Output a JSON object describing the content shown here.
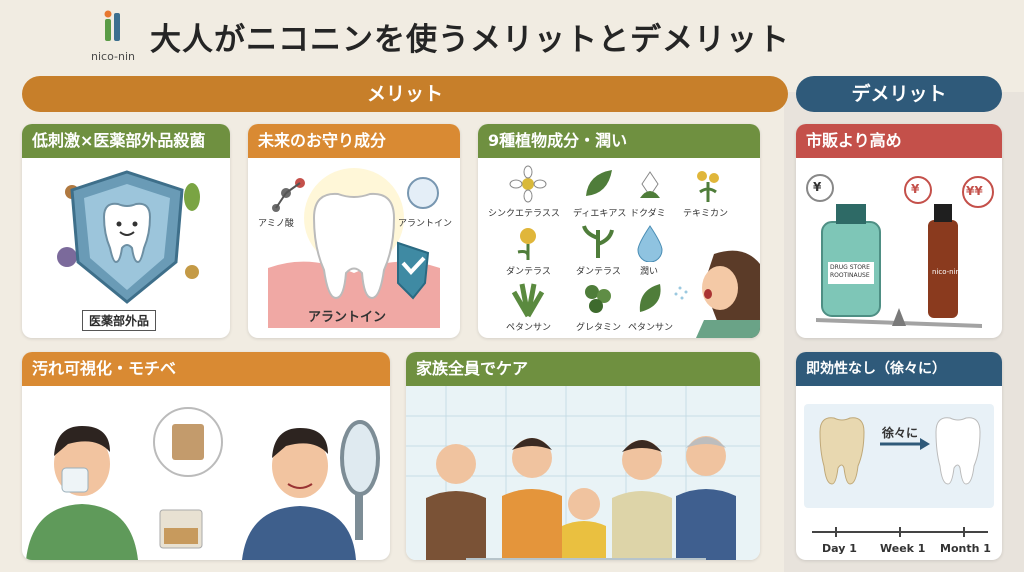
{
  "logo": {
    "name": "nico-nin"
  },
  "title": "大人がニコニンを使うメリットとデメリット",
  "merit_header": "メリット",
  "demerit_header": "デメリット",
  "cards": {
    "c1": {
      "title": "低刺激×医薬部外品殺菌",
      "badge": "医薬部外品"
    },
    "c2": {
      "title": "未来のお守り成分",
      "amino": "アミノ酸",
      "allantoin_icon": "アラントイン",
      "allantoin_label": "アラントイン"
    },
    "c3": {
      "title": "9種植物成分・潤い",
      "plants": [
        "シンクエテラスス",
        "ディエキアス",
        "ドクダミ",
        "テキミカン",
        "ダンテラス",
        "ダンテラス",
        "潤い",
        "ペタンサン",
        "グレタミン",
        "ペタンサン"
      ]
    },
    "c4": {
      "title": "汚れ可視化・モチベ"
    },
    "c5": {
      "title": "家族全員でケア"
    },
    "d1": {
      "title": "市販より高め",
      "yen1": "¥",
      "yen2": "¥",
      "yen3": "¥¥",
      "bottle1_line1": "DRUG STORE",
      "bottle1_line2": "ROOTINAUSE",
      "bottle2_brand": "nico-nin"
    },
    "d2": {
      "title": "即効性なし（徐々に）",
      "arrow_label": "徐々に",
      "days": [
        "Day 1",
        "Week 1",
        "Month 1"
      ]
    }
  },
  "colors": {
    "merit": "#c77f2a",
    "demerit": "#2f5a7a",
    "green": "#6f9040",
    "orange": "#d98a33",
    "red": "#c4504a"
  }
}
